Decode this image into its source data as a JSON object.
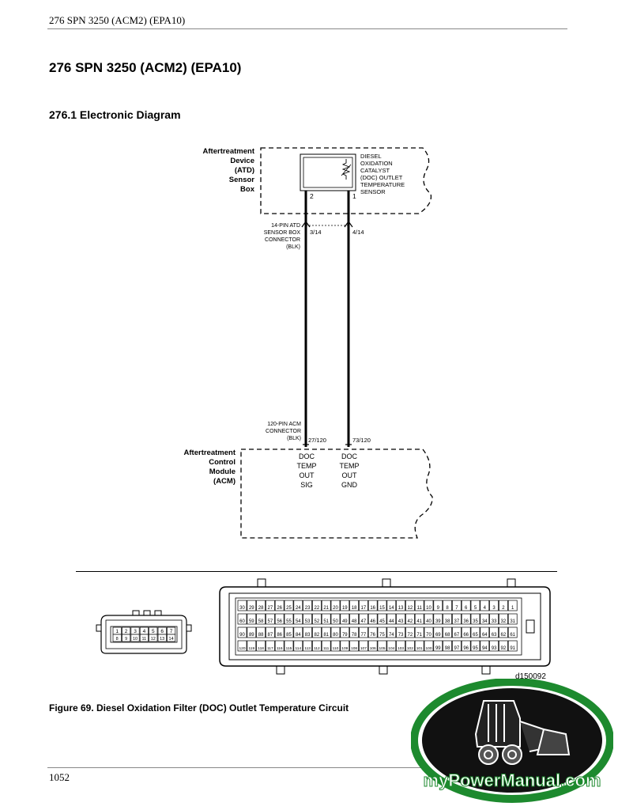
{
  "header": {
    "running_title": "276 SPN 3250 (ACM2) (EPA10)"
  },
  "page_title": "276 SPN 3250 (ACM2) (EPA10)",
  "section_title": "276.1  Electronic Diagram",
  "diagram": {
    "atd_box_label": [
      "Aftertreatment",
      "Device",
      "(ATD)",
      "Sensor",
      "Box"
    ],
    "sensor_label": [
      "DIESEL",
      "OXIDATION",
      "CATALYST",
      "(DOC) OUTLET",
      "TEMPERATURE",
      "SENSOR"
    ],
    "sensor_pin_left": "2",
    "sensor_pin_right": "1",
    "atd_connector_label": [
      "14-PIN ATD",
      "SENSOR BOX",
      "CONNECTOR",
      "(BLK)"
    ],
    "atd_pin_left": "3/14",
    "atd_pin_right": "4/14",
    "acm_connector_label": [
      "120-PIN ACM",
      "CONNECTOR",
      "(BLK)"
    ],
    "acm_pin_left": "27/120",
    "acm_pin_right": "73/120",
    "acm_box_label": [
      "Aftertreatment",
      "Control",
      "Module",
      "(ACM)"
    ],
    "signal_left": [
      "DOC",
      "TEMP",
      "OUT",
      "SIG"
    ],
    "signal_right": [
      "DOC",
      "TEMP",
      "OUT",
      "GND"
    ]
  },
  "connector_14pin": {
    "row1": [
      "1",
      "2",
      "3",
      "4",
      "5",
      "6",
      "7"
    ],
    "row2": [
      "8",
      "9",
      "10",
      "11",
      "12",
      "13",
      "14"
    ]
  },
  "connector_120pin": {
    "rows": [
      [
        "30",
        "29",
        "28",
        "27",
        "26",
        "25",
        "24",
        "23",
        "22",
        "21",
        "20",
        "19",
        "18",
        "17",
        "16",
        "15",
        "14",
        "13",
        "12",
        "11",
        "10",
        "9",
        "8",
        "7",
        "6",
        "5",
        "4",
        "3",
        "2",
        "1"
      ],
      [
        "60",
        "59",
        "58",
        "57",
        "56",
        "55",
        "54",
        "53",
        "52",
        "51",
        "50",
        "49",
        "48",
        "47",
        "46",
        "45",
        "44",
        "43",
        "42",
        "41",
        "40",
        "39",
        "38",
        "37",
        "36",
        "35",
        "34",
        "33",
        "32",
        "31"
      ],
      [
        "90",
        "89",
        "88",
        "87",
        "86",
        "85",
        "84",
        "83",
        "82",
        "81",
        "80",
        "79",
        "78",
        "77",
        "76",
        "75",
        "74",
        "73",
        "72",
        "71",
        "70",
        "69",
        "68",
        "67",
        "66",
        "65",
        "64",
        "63",
        "62",
        "61"
      ],
      [
        "120",
        "119",
        "118",
        "117",
        "116",
        "115",
        "114",
        "113",
        "112",
        "111",
        "110",
        "109",
        "108",
        "107",
        "106",
        "105",
        "104",
        "103",
        "102",
        "101",
        "100",
        "99",
        "98",
        "97",
        "96",
        "95",
        "94",
        "93",
        "92",
        "91"
      ]
    ]
  },
  "figure_code": "d150092",
  "figure_caption": "Figure 69. Diesel Oxidation Filter (DOC) Outlet Temperature Circuit",
  "page_number": "1052",
  "watermark": {
    "text": "myPowerManual.com",
    "colors": {
      "ring": "#1d8a2e",
      "inner": "#111111",
      "text": "#ffffff"
    }
  }
}
